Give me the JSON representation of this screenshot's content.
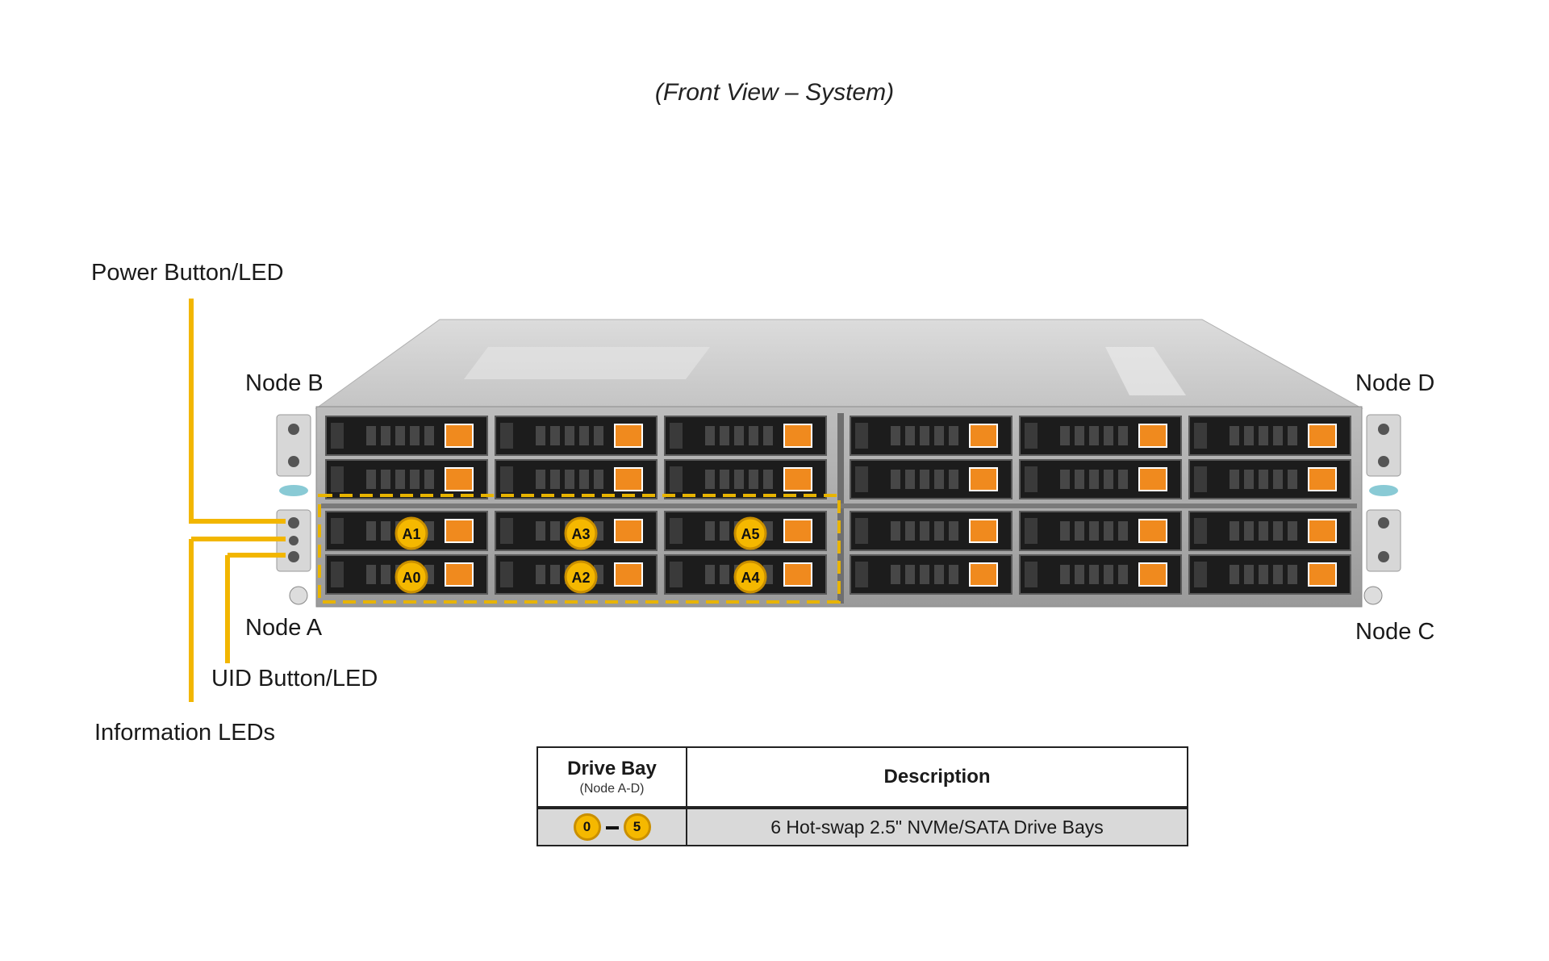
{
  "caption": "(Front View – System)",
  "labels": {
    "power": "Power Button/LED",
    "node_b": "Node B",
    "node_d": "Node D",
    "node_a": "Node A",
    "node_c": "Node C",
    "uid": "UID Button/LED",
    "info": "Information  LEDs"
  },
  "node_a_bays": [
    "A1",
    "A3",
    "A5",
    "A0",
    "A2",
    "A4"
  ],
  "legend": {
    "col1_title": "Drive Bay",
    "col1_sub": "(Node A-D)",
    "col2_title": "Description",
    "badge_start": "0",
    "badge_end": "5",
    "description": "6 Hot-swap  2.5\" NVMe/SATA Drive  Bays"
  },
  "colors": {
    "accent": "#f5b800",
    "drive_latch": "#f08a1e",
    "dashed_outline": "#e8b400"
  }
}
